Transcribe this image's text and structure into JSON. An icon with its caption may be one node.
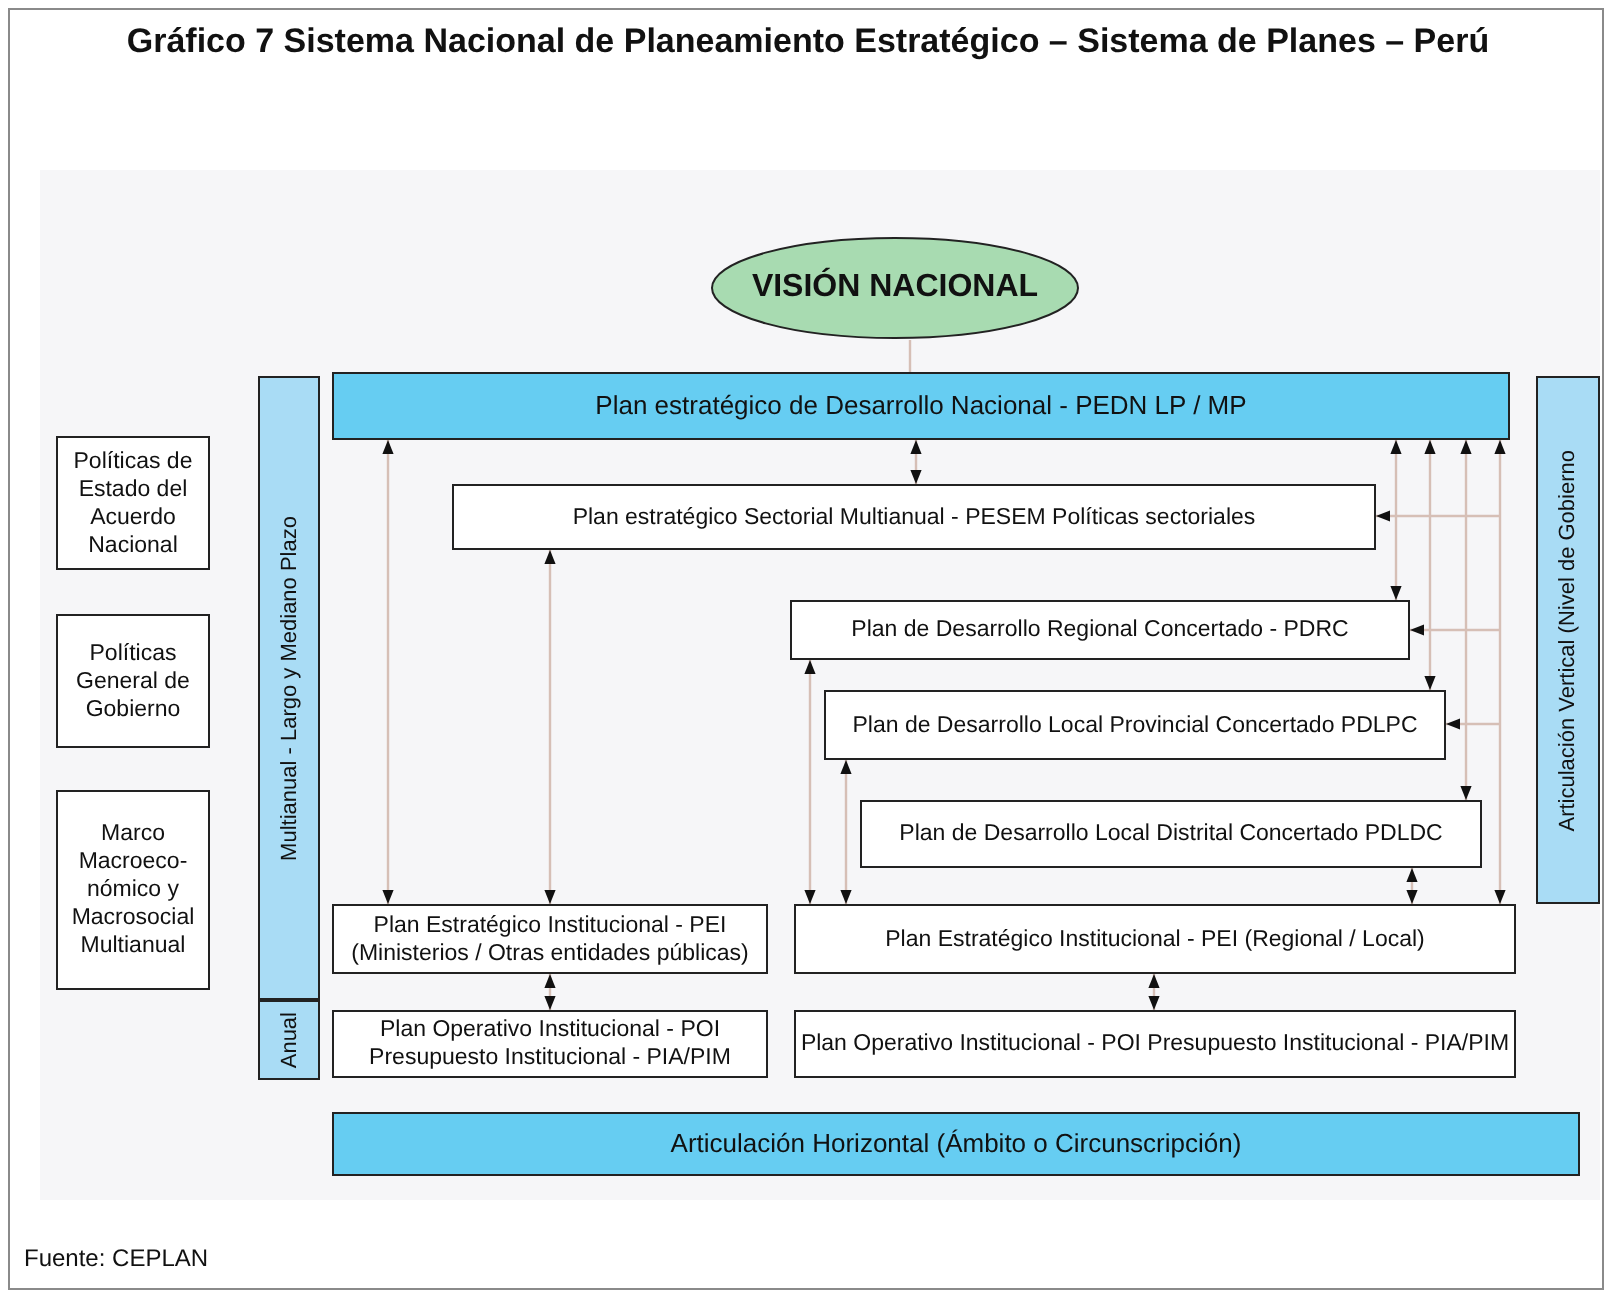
{
  "diagram": {
    "title": "Gráfico 7 Sistema Nacional de Planeamiento Estratégico – Sistema de Planes – Perú",
    "caption": "Fuente: CEPLAN",
    "nodes": [
      {
        "text": [
          "VISIÓN NACIONAL"
        ]
      },
      {
        "text": [
          "Plan estratégico de Desarrollo Nacional - PEDN LP / MP"
        ]
      },
      {
        "text": [
          "Plan estratégico Sectorial Multianual - PESEM Políticas sectoriales"
        ]
      },
      {
        "text": [
          "Plan de Desarrollo Regional Concertado - PDRC"
        ]
      },
      {
        "text": [
          "Plan de Desarrollo Local Provincial Concertado PDLPC"
        ]
      },
      {
        "text": [
          "Plan de Desarrollo Local Distrital Concertado PDLDC"
        ]
      },
      {
        "text": [
          "Plan Estratégico Institucional - PEI (Ministerios / Otras entidades públicas)"
        ]
      },
      {
        "text": [
          "Plan Estratégico Institucional - PEI (Regional / Local)"
        ]
      },
      {
        "text": [
          "Plan Operativo Institucional - POI Presupuesto Institucional - PIA/PIM"
        ]
      },
      {
        "text": [
          "Plan Operativo Institucional - POI Presupuesto Institucional - PIA/PIM"
        ]
      },
      {
        "text": [
          "Articulación Horizontal (Ámbito o Circunscripción)"
        ]
      },
      {
        "text": [
          "Multianual - Largo y Mediano Plazo"
        ]
      },
      {
        "text": [
          "Anual"
        ]
      },
      {
        "text": [
          "Articulación Vertical (Nivel de Gobierno"
        ]
      },
      {
        "text": [
          "Políticas de Estado del Acuerdo Nacional"
        ]
      },
      {
        "text": [
          "Políticas General de Gobierno"
        ]
      },
      {
        "text": [
          "Marco Macroeco-nómico y Macrosocial Multianual"
        ]
      }
    ],
    "edges": [
      {
        "from": 0,
        "to": 1,
        "arrow": "none"
      },
      {
        "from": 1,
        "to": 6,
        "arrow": "both"
      },
      {
        "from": 1,
        "to": 2,
        "arrow": "both"
      },
      {
        "from": 2,
        "to": 6,
        "arrow": "both"
      },
      {
        "from": 1,
        "to": 3,
        "arrow": "both"
      },
      {
        "from": 1,
        "to": 4,
        "arrow": "both"
      },
      {
        "from": 1,
        "to": 5,
        "arrow": "both"
      },
      {
        "from": 1,
        "to": 7,
        "arrow": "both"
      },
      {
        "from": 3,
        "to": 7,
        "arrow": "both"
      },
      {
        "from": 4,
        "to": 7,
        "arrow": "both"
      },
      {
        "from": 5,
        "to": 7,
        "arrow": "both"
      },
      {
        "from": 6,
        "to": 8,
        "arrow": "both"
      },
      {
        "from": 7,
        "to": 9,
        "arrow": "both"
      },
      {
        "from": null,
        "to": 2,
        "arrow": "to"
      },
      {
        "from": null,
        "to": 3,
        "arrow": "to"
      },
      {
        "from": null,
        "to": 4,
        "arrow": "to"
      }
    ]
  }
}
